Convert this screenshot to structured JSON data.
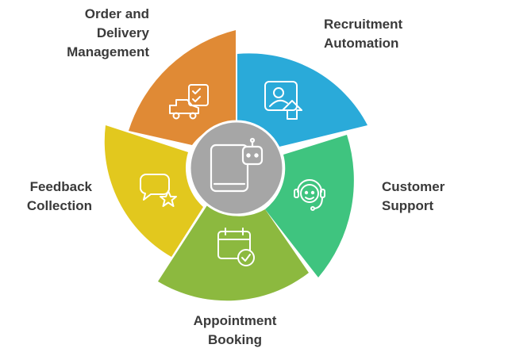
{
  "diagram": {
    "type": "radial-pinwheel",
    "center": {
      "icon": "robot-tablet-icon",
      "color": "#a6a6a6"
    },
    "segments": [
      {
        "key": "order",
        "label_lines": [
          "Order and",
          "Delivery",
          "Management"
        ],
        "color": "#e08a35",
        "icon": "delivery-truck-checklist-icon"
      },
      {
        "key": "recruit",
        "label_lines": [
          "Recruitment",
          "Automation"
        ],
        "color": "#2aaad9",
        "icon": "user-upload-icon"
      },
      {
        "key": "customer",
        "label_lines": [
          "Customer",
          "Support"
        ],
        "color": "#3fc47f",
        "icon": "headset-agent-icon"
      },
      {
        "key": "appoint",
        "label_lines": [
          "Appointment",
          "Booking"
        ],
        "color": "#8cb93f",
        "icon": "calendar-check-icon"
      },
      {
        "key": "feedback",
        "label_lines": [
          "Feedback",
          "Collection"
        ],
        "color": "#e2c81e",
        "icon": "chat-star-icon"
      }
    ]
  }
}
